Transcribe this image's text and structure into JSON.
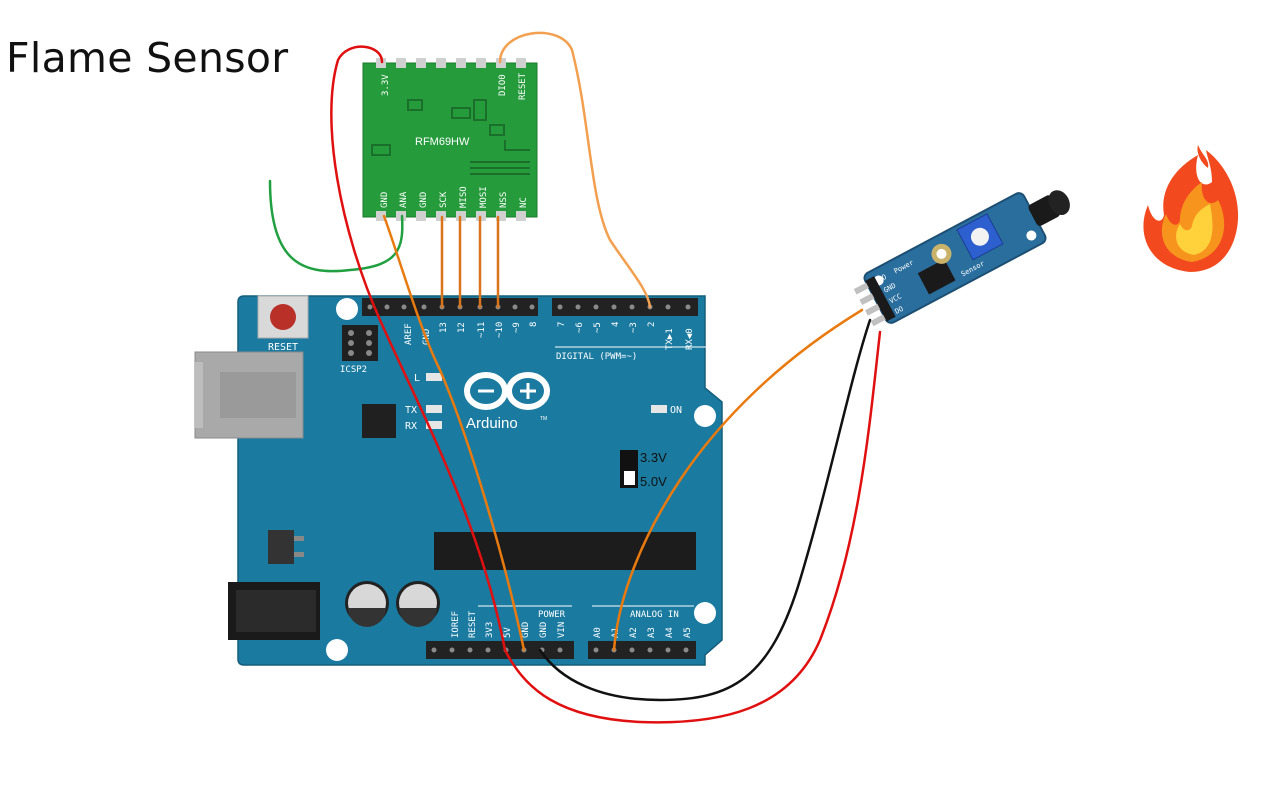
{
  "title": "Flame Sensor",
  "colors": {
    "board": "#1a7aa0",
    "rf_module": "#259b3c",
    "sensor": "#2a6e9e",
    "wire_red": "#e01010",
    "wire_black": "#111111",
    "wire_orange": "#e87a10",
    "wire_light_orange": "#f2a050",
    "wire_green": "#20a040"
  },
  "rf_module": {
    "name": "RFM69HW",
    "top_pins": [
      "3.3V",
      "DIO0",
      "RESET"
    ],
    "bottom_pins": [
      "GND",
      "ANA",
      "GND",
      "SCK",
      "MISO",
      "MOSI",
      "NSS",
      "NC"
    ]
  },
  "arduino": {
    "name": "Arduino",
    "tm": "TM",
    "reset_label": "RESET",
    "icsp_label": "ICSP2",
    "digital_label": "DIGITAL (PWM=~)",
    "digital_pins_left": [
      "AREF",
      "GND",
      "13",
      "12",
      "~11",
      "~10",
      "~9",
      "8"
    ],
    "digital_pins_right": [
      "7",
      "~6",
      "~5",
      "4",
      "~3",
      "2",
      "TX▶1",
      "RX◀0"
    ],
    "led_l": "L",
    "led_tx": "TX",
    "led_rx": "RX",
    "on_label": "ON",
    "power_label": "POWER",
    "power_pins": [
      "IOREF",
      "RESET",
      "3V3",
      "5V",
      "GND",
      "GND",
      "VIN"
    ],
    "analog_label": "ANALOG IN",
    "analog_pins": [
      "A0",
      "A1",
      "A2",
      "A3",
      "A4",
      "A5"
    ],
    "voltage_options": [
      "3.3V",
      "5.0V"
    ]
  },
  "flame_sensor": {
    "pins": [
      "AO",
      "GND",
      "VCC",
      "DO"
    ],
    "led_labels": [
      "Power",
      "Sensor"
    ]
  },
  "icons": {
    "flame": "flame-icon"
  }
}
